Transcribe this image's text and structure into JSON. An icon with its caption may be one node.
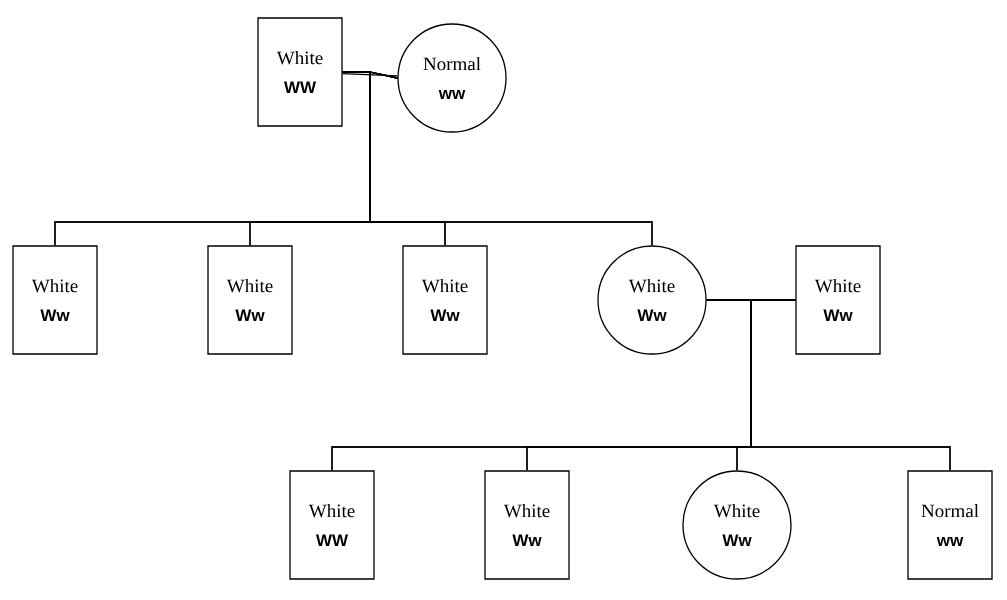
{
  "diagram": {
    "nodes": [
      {
        "text": [
          "White",
          "WW"
        ]
      },
      {
        "text": [
          "Normal",
          "ww"
        ]
      },
      {
        "text": [
          "White",
          "Ww"
        ]
      },
      {
        "text": [
          "White",
          "Ww"
        ]
      },
      {
        "text": [
          "White",
          "Ww"
        ]
      },
      {
        "text": [
          "White",
          "Ww"
        ]
      },
      {
        "text": [
          "White",
          "Ww"
        ]
      },
      {
        "text": [
          "White",
          "WW"
        ]
      },
      {
        "text": [
          "White",
          "Ww"
        ]
      },
      {
        "text": [
          "White",
          "Ww"
        ]
      },
      {
        "text": [
          "Normal",
          "ww"
        ]
      }
    ],
    "edges": [
      {
        "from": 0,
        "to": 1,
        "arrow": "none"
      },
      {
        "from": 0,
        "to": 2,
        "arrow": "none"
      },
      {
        "from": 0,
        "to": 3,
        "arrow": "none"
      },
      {
        "from": 0,
        "to": 4,
        "arrow": "none"
      },
      {
        "from": 0,
        "to": 5,
        "arrow": "none"
      },
      {
        "from": 1,
        "to": 2,
        "arrow": "none"
      },
      {
        "from": 1,
        "to": 3,
        "arrow": "none"
      },
      {
        "from": 1,
        "to": 4,
        "arrow": "none"
      },
      {
        "from": 1,
        "to": 5,
        "arrow": "none"
      },
      {
        "from": 5,
        "to": 6,
        "arrow": "none"
      },
      {
        "from": 5,
        "to": 7,
        "arrow": "none"
      },
      {
        "from": 5,
        "to": 8,
        "arrow": "none"
      },
      {
        "from": 5,
        "to": 9,
        "arrow": "none"
      },
      {
        "from": 5,
        "to": 10,
        "arrow": "none"
      },
      {
        "from": 6,
        "to": 7,
        "arrow": "none"
      },
      {
        "from": 6,
        "to": 8,
        "arrow": "none"
      },
      {
        "from": 6,
        "to": 9,
        "arrow": "none"
      },
      {
        "from": 6,
        "to": 10,
        "arrow": "none"
      }
    ]
  }
}
